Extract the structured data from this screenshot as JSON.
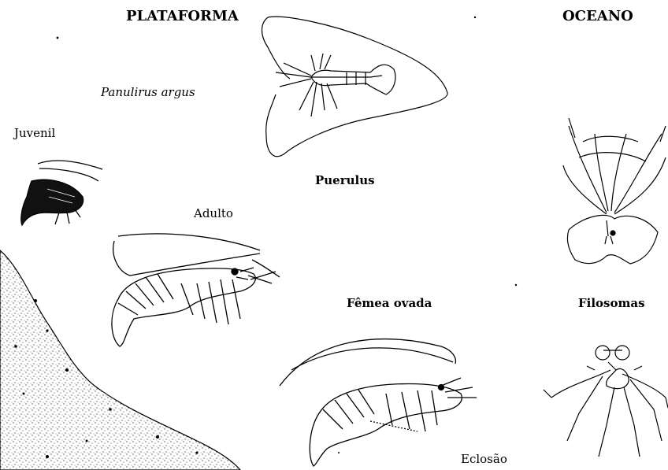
{
  "labels": {
    "plataforma": "PLATAFORMA",
    "oceano": "OCEANO",
    "species": "Panulirus argus",
    "juvenil": "Juvenil",
    "puerulus": "Puerulus",
    "adulto": "Adulto",
    "femea": "Fêmea ovada",
    "filosomas": "Filosomas",
    "eclosao": "Eclosão"
  }
}
